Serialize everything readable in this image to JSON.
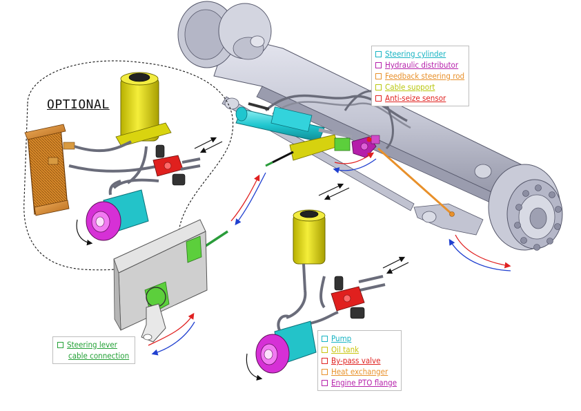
{
  "optional_label": "OPTIONAL",
  "legend_top": [
    {
      "label": "Steering cylinder",
      "color": "#16b3c2"
    },
    {
      "label": "Hydraulic distributor",
      "color": "#b51faa"
    },
    {
      "label": "Feedback steering rod",
      "color": "#e8902a"
    },
    {
      "label": "Cable support",
      "color": "#b9c70f"
    },
    {
      "label": "Anti-seize sensor",
      "color": "#e0201e"
    }
  ],
  "legend_bottom": [
    {
      "label": "Pump",
      "color": "#16b3c2"
    },
    {
      "label": "Oil tank",
      "color": "#c9c40c"
    },
    {
      "label": "By-pass valve",
      "color": "#e0201e"
    },
    {
      "label": "Heat exchanger",
      "color": "#e8902a"
    },
    {
      "label": "Engine PTO flange",
      "color": "#b51faa"
    }
  ],
  "legend_lever": {
    "line1": "Steering lever",
    "line2": "cable connection",
    "color": "#22a035"
  },
  "colors": {
    "axle": "#c9cbd8",
    "cylinder": "#1fc6cf",
    "distributor": "#b51faa",
    "oil_tank": "#e8e21a",
    "valve": "#e0201e",
    "heat_exchanger": "#d98a2a",
    "pump_flange": "#d630d6",
    "cable_sheath": "#2a9c3a",
    "bracket": "#5ccf3c",
    "support_plate": "#d2d2d2",
    "arrow_red": "#e02020",
    "arrow_blue": "#2040d0"
  }
}
